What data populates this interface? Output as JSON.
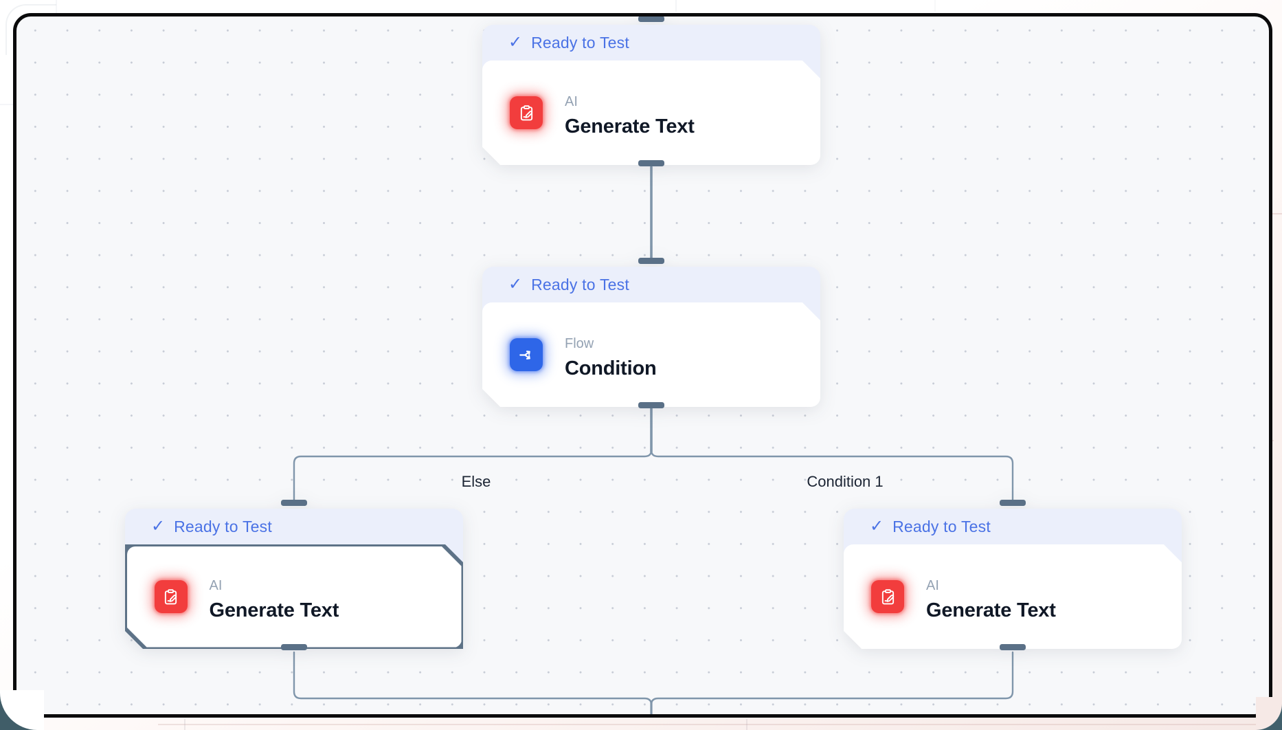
{
  "canvas": {
    "type": "workflow-editor",
    "background": "#f7f8fa",
    "frame_color": "#0b0b0c",
    "dot_color": "#c7ccd6"
  },
  "nodes": [
    {
      "id": "generate-text-top",
      "status": "Ready to Test",
      "category": "AI",
      "title": "Generate Text",
      "icon": "clipboard-pen-icon",
      "accent": "#f23d3d",
      "selected": false
    },
    {
      "id": "condition",
      "status": "Ready to Test",
      "category": "Flow",
      "title": "Condition",
      "icon": "split-arrow-icon",
      "accent": "#2e66e8",
      "selected": false
    },
    {
      "id": "generate-text-else",
      "status": "Ready to Test",
      "category": "AI",
      "title": "Generate Text",
      "icon": "clipboard-pen-icon",
      "accent": "#f23d3d",
      "selected": true
    },
    {
      "id": "generate-text-cond1",
      "status": "Ready to Test",
      "category": "AI",
      "title": "Generate Text",
      "icon": "clipboard-pen-icon",
      "accent": "#f23d3d",
      "selected": false
    }
  ],
  "edges": {
    "branches": [
      {
        "label": "Else"
      },
      {
        "label": "Condition 1"
      }
    ],
    "color": "#8096ab",
    "handle_color": "#5a7087"
  },
  "colors": {
    "badge_bg": "#ebeffb",
    "badge_text": "#4a72e5",
    "selected_border": "#5d7287",
    "title_text": "#101826",
    "category_text": "#94a2b3"
  }
}
